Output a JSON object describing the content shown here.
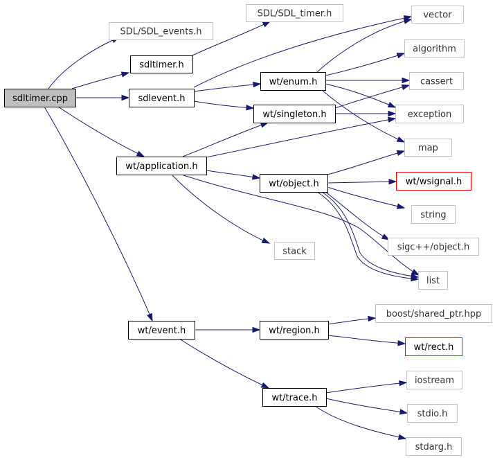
{
  "colors": {
    "edge": "#191970",
    "root_fill": "#bfbfbf",
    "root_border": "#000000",
    "internal_border": "#000000",
    "external_border": "#c0c0c0",
    "missing_border": "#ff0000",
    "fill": "#ffffff",
    "text_dark": "#000000",
    "text_light": "#333333"
  },
  "nodes": [
    {
      "id": "sdltimer_cpp",
      "label": "sdltimer.cpp",
      "kind": "root"
    },
    {
      "id": "sdl_events",
      "label": "SDL/SDL_events.h",
      "kind": "external"
    },
    {
      "id": "sdl_timer",
      "label": "SDL/SDL_timer.h",
      "kind": "external"
    },
    {
      "id": "sdltimer_h",
      "label": "sdltimer.h",
      "kind": "internal"
    },
    {
      "id": "sdlevent_h",
      "label": "sdlevent.h",
      "kind": "internal"
    },
    {
      "id": "vector",
      "label": "vector",
      "kind": "external"
    },
    {
      "id": "algorithm",
      "label": "algorithm",
      "kind": "external"
    },
    {
      "id": "wt_enum",
      "label": "wt/enum.h",
      "kind": "internal"
    },
    {
      "id": "cassert",
      "label": "cassert",
      "kind": "external"
    },
    {
      "id": "wt_singleton",
      "label": "wt/singleton.h",
      "kind": "internal"
    },
    {
      "id": "exception",
      "label": "exception",
      "kind": "external"
    },
    {
      "id": "map",
      "label": "map",
      "kind": "external"
    },
    {
      "id": "wt_application",
      "label": "wt/application.h",
      "kind": "internal"
    },
    {
      "id": "wt_object",
      "label": "wt/object.h",
      "kind": "internal"
    },
    {
      "id": "wt_wsignal",
      "label": "wt/wsignal.h",
      "kind": "missing"
    },
    {
      "id": "string",
      "label": "string",
      "kind": "external"
    },
    {
      "id": "sigc_object",
      "label": "sigc++/object.h",
      "kind": "external"
    },
    {
      "id": "stack",
      "label": "stack",
      "kind": "external"
    },
    {
      "id": "list",
      "label": "list",
      "kind": "external"
    },
    {
      "id": "boost_shared",
      "label": "boost/shared_ptr.hpp",
      "kind": "external"
    },
    {
      "id": "wt_event",
      "label": "wt/event.h",
      "kind": "internal"
    },
    {
      "id": "wt_region",
      "label": "wt/region.h",
      "kind": "internal"
    },
    {
      "id": "wt_rect",
      "label": "wt/rect.h",
      "kind": "missing"
    },
    {
      "id": "iostream",
      "label": "iostream",
      "kind": "external"
    },
    {
      "id": "wt_trace",
      "label": "wt/trace.h",
      "kind": "internal"
    },
    {
      "id": "stdio",
      "label": "stdio.h",
      "kind": "external"
    },
    {
      "id": "stdarg",
      "label": "stdarg.h",
      "kind": "external"
    }
  ],
  "edges": [
    {
      "from": "sdltimer_cpp",
      "to": "sdl_events"
    },
    {
      "from": "sdltimer_cpp",
      "to": "sdltimer_h"
    },
    {
      "from": "sdltimer_cpp",
      "to": "sdlevent_h"
    },
    {
      "from": "sdltimer_cpp",
      "to": "wt_application"
    },
    {
      "from": "sdltimer_cpp",
      "to": "wt_event"
    },
    {
      "from": "sdltimer_h",
      "to": "sdl_timer"
    },
    {
      "from": "sdlevent_h",
      "to": "vector"
    },
    {
      "from": "sdlevent_h",
      "to": "wt_enum"
    },
    {
      "from": "sdlevent_h",
      "to": "wt_singleton"
    },
    {
      "from": "wt_enum",
      "to": "vector"
    },
    {
      "from": "wt_enum",
      "to": "algorithm"
    },
    {
      "from": "wt_enum",
      "to": "cassert"
    },
    {
      "from": "wt_enum",
      "to": "exception"
    },
    {
      "from": "wt_enum",
      "to": "map"
    },
    {
      "from": "wt_singleton",
      "to": "cassert"
    },
    {
      "from": "wt_singleton",
      "to": "exception"
    },
    {
      "from": "wt_application",
      "to": "wt_singleton"
    },
    {
      "from": "wt_application",
      "to": "exception"
    },
    {
      "from": "wt_application",
      "to": "wt_object"
    },
    {
      "from": "wt_application",
      "to": "stack"
    },
    {
      "from": "wt_application",
      "to": "list"
    },
    {
      "from": "wt_object",
      "to": "map"
    },
    {
      "from": "wt_object",
      "to": "wt_wsignal"
    },
    {
      "from": "wt_object",
      "to": "string"
    },
    {
      "from": "wt_object",
      "to": "sigc_object"
    },
    {
      "from": "wt_object",
      "to": "list"
    },
    {
      "from": "wt_object",
      "to": "list"
    },
    {
      "from": "wt_event",
      "to": "wt_region"
    },
    {
      "from": "wt_event",
      "to": "wt_trace"
    },
    {
      "from": "wt_region",
      "to": "boost_shared"
    },
    {
      "from": "wt_region",
      "to": "wt_rect"
    },
    {
      "from": "wt_trace",
      "to": "iostream"
    },
    {
      "from": "wt_trace",
      "to": "stdio"
    },
    {
      "from": "wt_trace",
      "to": "stdarg"
    }
  ]
}
